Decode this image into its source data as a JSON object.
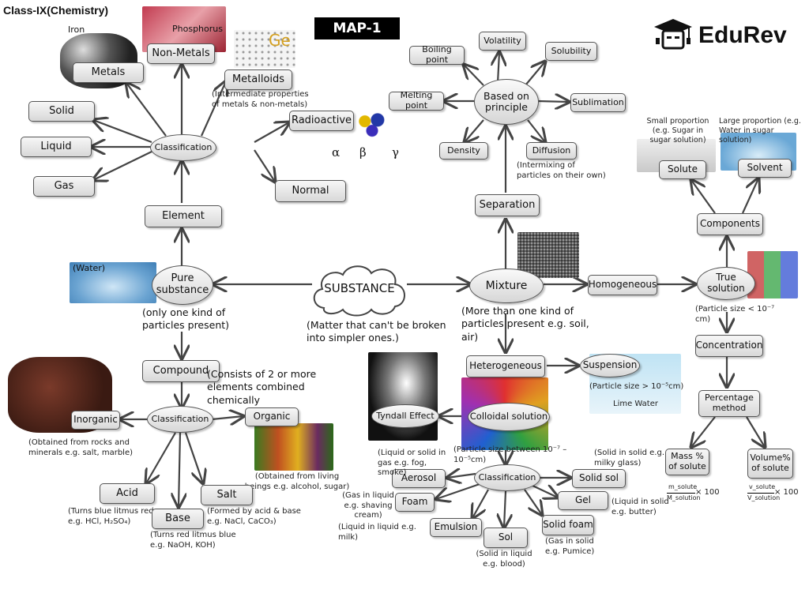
{
  "header": {
    "class_title": "Class-IX(Chemistry)",
    "map_title": "MAP-1",
    "brand": "EduRev"
  },
  "center": {
    "label": "SUBSTANCE",
    "note": "(Matter that can't be broken into simpler ones.)"
  },
  "pure": {
    "label": "Pure substance",
    "note": "(only one kind of particles present)",
    "water_label": "(Water)"
  },
  "mixture": {
    "label": "Mixture",
    "note": "(More than one kind of particles present e.g. soil, air)"
  },
  "element": {
    "label": "Element",
    "classification": "Classification",
    "items": [
      "Metals",
      "Non-Metals",
      "Metalloids",
      "Radioactive",
      "Normal",
      "Solid",
      "Liquid",
      "Gas"
    ],
    "iron": "Iron",
    "phosphorus": "Phosphorus",
    "ge": "Ge",
    "metalloids_note": "(Intermediate properties of metals & non-metals)",
    "greek": [
      "α",
      "β",
      "γ"
    ]
  },
  "compound": {
    "label": "Compound",
    "note": "(Consists of 2 or more elements combined chemically",
    "classification": "Classification",
    "inorganic": "Inorganic",
    "organic": "Organic",
    "inorganic_note": "(Obtained from rocks and minerals e.g. salt, marble)",
    "organic_note": "(Obtained from living beings e.g. alcohol, sugar)",
    "acid": "Acid",
    "base": "Base",
    "salt": "Salt",
    "acid_note": "(Turns blue litmus red e.g. HCl, H₂SO₄)",
    "base_note": "(Turns red litmus blue e.g. NaOH, KOH)",
    "salt_note": "(Formed by acid & base e.g. NaCl, CaCO₃)"
  },
  "separation": {
    "label": "Separation",
    "principle": "Based on principle",
    "items": [
      "Volatility",
      "Solubility",
      "Boiling point",
      "Melting point",
      "Sublimation",
      "Density",
      "Diffusion"
    ],
    "diffusion_note": "(Intermixing of particles on their own)"
  },
  "homogeneous": {
    "label": "Homogeneous",
    "true_solution": "True solution",
    "true_note": "(Particle size < 10⁻⁷ cm)",
    "components": "Components",
    "solute": "Solute",
    "solvent": "Solvent",
    "solute_note": "Small proportion (e.g. Sugar in sugar solution)",
    "solvent_note": "Large proportion (e.g. Water in sugar solution)",
    "concentration": "Concentration",
    "percentage": "Percentage method",
    "mass": "Mass % of solute",
    "volume": "Volume% of solute",
    "mass_num": "m_solute",
    "mass_den": "M_solution",
    "vol_num": "v_solute",
    "vol_den": "V_solution",
    "times": "× 100"
  },
  "heterogeneous": {
    "label": "Heterogeneous",
    "suspension": "Suspension",
    "suspension_note": "(Particle size > 10⁻⁵cm)",
    "lime": "Lime Water",
    "colloidal": "Colloidal solution",
    "tyndall": "Tyndall Effect",
    "colloid_note": "(Particle size between 10⁻⁷ – 10⁻⁵cm)",
    "classification": "Classification",
    "aerosol": "Aerosol",
    "foam": "Foam",
    "emulsion": "Emulsion",
    "sol": "Sol",
    "solid_sol": "Solid sol",
    "gel": "Gel",
    "solid_foam": "Solid foam",
    "aerosol_note": "(Liquid or solid in gas e.g. fog, smoke)",
    "foam_note": "(Gas in liquid e.g. shaving cream)",
    "emulsion_note": "(Liquid in liquid e.g. milk)",
    "sol_note": "(Solid in liquid e.g. blood)",
    "solid_sol_note": "(Solid in solid e.g. milky glass)",
    "gel_note": "(Liquid in solid e.g. butter)",
    "solid_foam_note": "(Gas in solid e.g. Pumice)"
  },
  "colors": {
    "arrow": "#444444",
    "box_border": "#555555",
    "title_bg": "#000000"
  }
}
